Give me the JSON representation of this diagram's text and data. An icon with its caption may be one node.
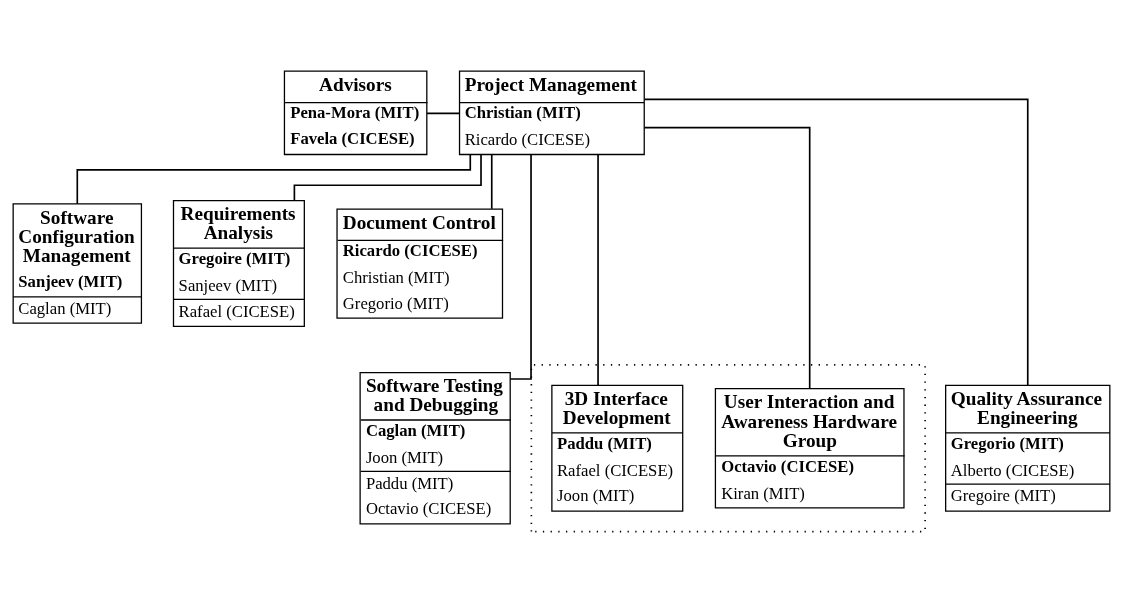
{
  "diagram": {
    "nodes": [
      {
        "text": [
          "Advisors",
          "Pena-Mora (MIT)",
          "Favela (CICESE)"
        ]
      },
      {
        "text": [
          "Project Management",
          "Christian (MIT)",
          "Ricardo (CICESE)"
        ]
      },
      {
        "text": [
          "Software Configuration Management",
          "Sanjeev (MIT)",
          "Caglan (MIT)"
        ]
      },
      {
        "text": [
          "Requirements Analysis",
          "Gregoire (MIT)",
          "Sanjeev (MIT)",
          "Rafael (CICESE)"
        ]
      },
      {
        "text": [
          "Document Control",
          "Ricardo (CICESE)",
          "Christian (MIT)",
          "Gregorio (MIT)"
        ]
      },
      {
        "text": [
          "Software Testing and Debugging",
          "Caglan (MIT)",
          "Joon (MIT)",
          "Paddu (MIT)",
          "Octavio (CICESE)"
        ]
      },
      {
        "text": [],
        "shape": "box"
      },
      {
        "text": [
          "3D Interface Development",
          "Paddu (MIT)",
          "Rafael (CICESE)",
          "Joon (MIT)"
        ],
        "in": 6
      },
      {
        "text": [
          "User Interaction and Awareness Hardware Group",
          "Octavio (CICESE)",
          "Kiran (MIT)"
        ],
        "in": 6
      },
      {
        "text": [
          "Quality Assurance Engineering",
          "Gregorio (MIT)",
          "Alberto (CICESE)",
          "Gregoire (MIT)"
        ]
      }
    ],
    "edges": [
      {
        "from": 0,
        "to": 1,
        "arrow": "none"
      },
      {
        "from": 1,
        "to": 5,
        "arrow": "none"
      },
      {
        "from": 1,
        "to": 2,
        "arrow": "none"
      },
      {
        "from": 1,
        "to": 7,
        "arrow": "none"
      },
      {
        "from": 1,
        "to": 3,
        "arrow": "none"
      },
      {
        "from": 1,
        "to": 8,
        "arrow": "none"
      },
      {
        "from": 1,
        "to": 4,
        "arrow": "none"
      },
      {
        "from": 1,
        "to": 9,
        "arrow": "none"
      }
    ]
  }
}
